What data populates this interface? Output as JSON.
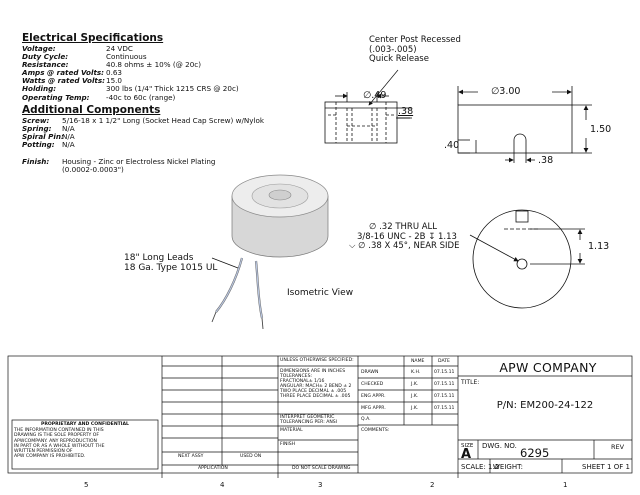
{
  "electrical": {
    "heading": "Electrical Specifications",
    "rows": [
      {
        "label": "Voltage:",
        "value": "24 VDC"
      },
      {
        "label": "Duty Cycle:",
        "value": "Continuous"
      },
      {
        "label": "Resistance:",
        "value": "40.8 ohms ± 10% (@ 20c)"
      },
      {
        "label": "Amps @ rated Volts:",
        "value": "0.63"
      },
      {
        "label": "Watts @ rated Volts:",
        "value": "15.0"
      },
      {
        "label": "Holding:",
        "value": "300 lbs (1/4\" Thick 1215 CRS @ 20c)"
      },
      {
        "label": "Operating Temp:",
        "value": "-40c to 60c (range)"
      }
    ]
  },
  "additional": {
    "heading": "Additional Components",
    "rows": [
      {
        "label": "Screw:",
        "value": "5/16-18 x 1 1/2\" Long (Socket Head Cap Screw) w/Nylok"
      },
      {
        "label": "Spring:",
        "value": "N/A"
      },
      {
        "label": "Spiral Pin:",
        "value": "N/A"
      },
      {
        "label": "Potting:",
        "value": "N/A"
      }
    ],
    "finish_label": "Finish:",
    "finish_line1": "Housing - Zinc or Electroless Nickel Plating",
    "finish_line2": "(0.0002-0.0003\")"
  },
  "notes": {
    "center_post_1": "Center Post Recessed",
    "center_post_2": "(.003-.005)",
    "center_post_3": "Quick Release",
    "thru_1": "∅ .32 THRU ALL",
    "thru_2": "3/8-16 UNC - 2B ↧ 1.13",
    "thru_3": "⌵ ∅ .38 X 45°, NEAR SIDE",
    "leads_1": "18\" Long Leads",
    "leads_2": "18 Ga. Type 1015 UL",
    "isometric": "Isometric View"
  },
  "dims": {
    "d49": "∅.49",
    "d38a": ".38",
    "d300": "∅3.00",
    "d150": "1.50",
    "d40": ".40",
    "d38b": ".38",
    "d113": "1.13"
  },
  "title_block": {
    "tolerance_lines": [
      "UNLESS OTHERWISE SPECIFIED:",
      "DIMENSIONS ARE IN INCHES",
      "TOLERANCES:",
      "FRACTIONAL± 1/16",
      "ANGULAR: MACH± 2   BEND ± 2",
      "TWO PLACE DECIMAL   ± .005",
      "THREE PLACE DECIMAL  ± .005"
    ],
    "interpret": "INTERPRET GEOMETRIC TOLERANCING PER: ANSI",
    "material": "MATERIAL",
    "finish": "FINISH",
    "do_not_scale": "DO NOT SCALE DRAWING",
    "next_assy": "NEXT ASSY",
    "used_on": "USED ON",
    "application": "APPLICATION",
    "name_hdr": "NAME",
    "date_hdr": "DATE",
    "approvals": [
      {
        "role": "DRAWN",
        "name": "K.H.",
        "date": "07.15.11"
      },
      {
        "role": "CHECKED",
        "name": "J.K.",
        "date": "07.15.11"
      },
      {
        "role": "ENG APPR.",
        "name": "J.K.",
        "date": "07.15.11"
      },
      {
        "role": "MFG APPR.",
        "name": "J.K.",
        "date": "07.15.11"
      }
    ],
    "qa": "Q.A.",
    "comments": "COMMENTS:",
    "company": "APW COMPANY",
    "title_label": "TITLE:",
    "part_number": "P/N: EM200-24-122",
    "size_label": "SIZE",
    "size": "A",
    "dwg_label": "DWG.  NO.",
    "dwg_no": "6295",
    "rev_label": "REV",
    "scale": "SCALE: 1:2",
    "weight": "WEIGHT:",
    "sheet": "SHEET 1 OF 1",
    "proprietary_title": "PROPRIETARY AND CONFIDENTIAL",
    "proprietary_text": [
      "THE INFORMATION CONTAINED IN THIS",
      "DRAWING IS THE SOLE PROPERTY OF",
      "APWCOMPANY.  ANY REPRODUCTION",
      "IN PART OR AS A WHOLE WITHOUT THE",
      "WRITTEN PERMISSION OF",
      "APW COMPANY IS PROHIBITED."
    ]
  },
  "zones": [
    "5",
    "4",
    "3",
    "2",
    "1"
  ]
}
